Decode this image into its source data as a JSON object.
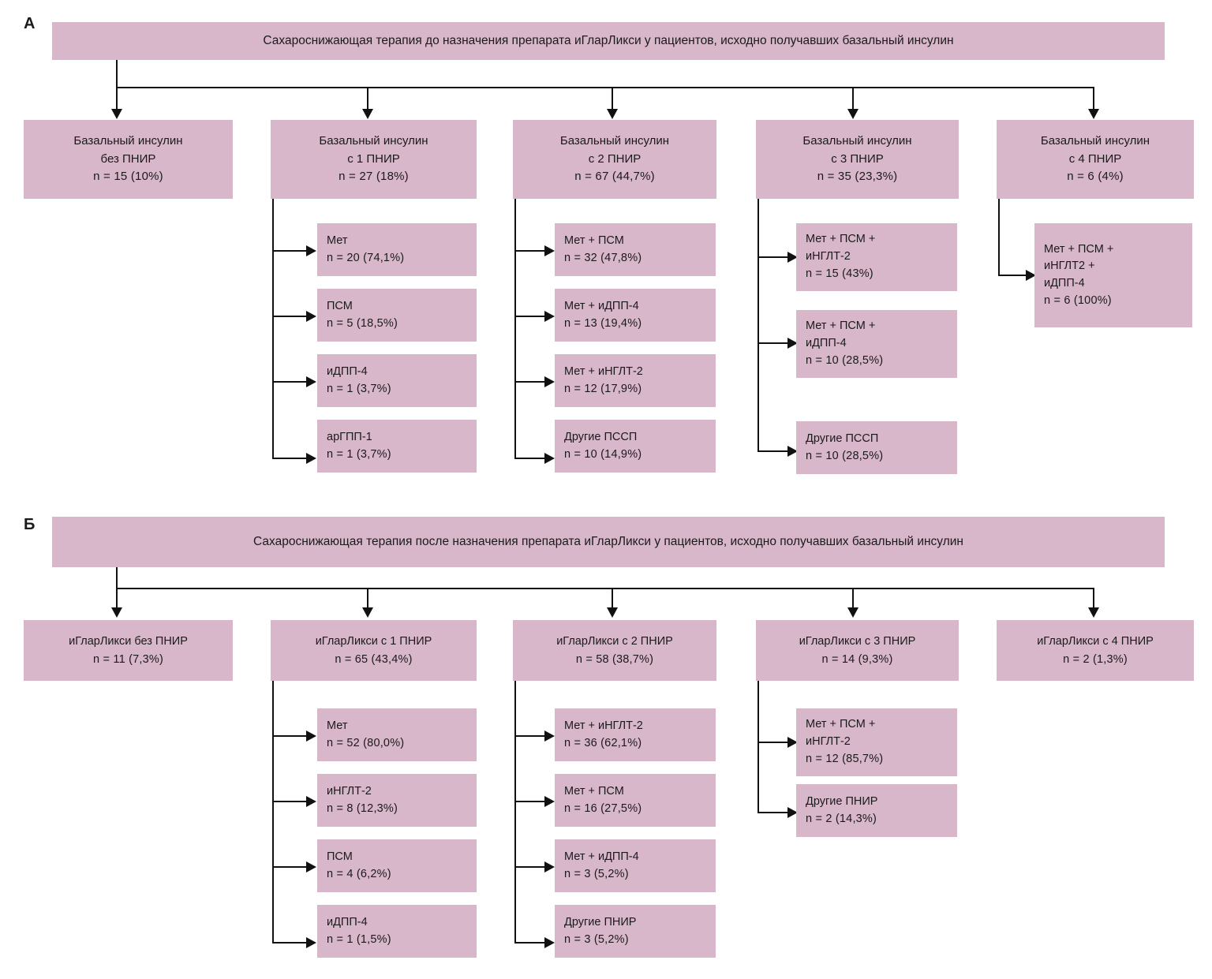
{
  "theme": {
    "box_fill": "#d9b7cb",
    "connector_color": "#111111",
    "page_background": "#ffffff",
    "text_color": "#1a1a1a"
  },
  "panels": [
    {
      "label": "А",
      "title": "Сахароснижающая терапия до назначения препарата иГларЛикси у пациентов, исходно получавших базальный инсулин",
      "groups": [
        {
          "name": "Базальный инсулин",
          "line1": "Базальный инсулин",
          "line2": "без ПНИР",
          "line3": "n = 15 (10%)",
          "children": []
        },
        {
          "name": "Базальный инсулин",
          "line1": "Базальный инсулин",
          "line2": "с 1 ПНИР",
          "line3": "n = 27 (18%)",
          "children": [
            {
              "line1": "Мет",
              "line2": "n = 20 (74,1%)"
            },
            {
              "line1": "ПСМ",
              "line2": "n = 5 (18,5%)"
            },
            {
              "line1": "иДПП-4",
              "line2": "n = 1 (3,7%)"
            },
            {
              "line1": "арГПП-1",
              "line2": "n = 1 (3,7%)"
            }
          ]
        },
        {
          "name": "Базальный инсулин",
          "line1": "Базальный инсулин",
          "line2": "с 2 ПНИР",
          "line3": "n = 67 (44,7%)",
          "children": [
            {
              "line1": "Мет + ПСМ",
              "line2": "n = 32 (47,8%)"
            },
            {
              "line1": "Мет + иДПП-4",
              "line2": "n = 13 (19,4%)"
            },
            {
              "line1": "Мет + иНГЛТ-2",
              "line2": "n = 12 (17,9%)"
            },
            {
              "line1": "Другие ПССП",
              "line2": "n = 10 (14,9%)"
            }
          ]
        },
        {
          "name": "Базальный инсулин",
          "line1": "Базальный инсулин",
          "line2": "с 3 ПНИР",
          "line3": "n = 35 (23,3%)",
          "children": [
            {
              "line1": "Мет + ПСМ +",
              "line2": "иНГЛТ-2",
              "line3": "n = 15 (43%)"
            },
            {
              "line1": "Мет + ПСМ +",
              "line2": "иДПП-4",
              "line3": "n = 10 (28,5%)"
            },
            {
              "line1": "Другие ПССП",
              "line2": "n = 10 (28,5%)"
            }
          ]
        },
        {
          "name": "Базальный инсулин",
          "line1": "Базальный инсулин",
          "line2": "с 4 ПНИР",
          "line3": "n = 6 (4%)",
          "children": [
            {
              "line1": "Мет + ПСМ +",
              "line2": "иНГЛТ2 +",
              "line3": "иДПП-4",
              "line4": "n = 6 (100%)"
            }
          ]
        }
      ]
    },
    {
      "label": "Б",
      "title": "Сахароснижающая терапия после назначения препарата иГларЛикси у пациентов, исходно получавших базальный инсулин",
      "groups": [
        {
          "name": "иГларЛикси без ПНИР",
          "line1": "иГларЛикси без ПНИР",
          "line2": "n = 11 (7,3%)",
          "children": []
        },
        {
          "name": "иГларЛикси с 1 ПНИР",
          "line1": "иГларЛикси с 1 ПНИР",
          "line2": "n = 65 (43,4%)",
          "children": [
            {
              "line1": "Мет",
              "line2": "n = 52 (80,0%)"
            },
            {
              "line1": "иНГЛТ-2",
              "line2": "n = 8 (12,3%)"
            },
            {
              "line1": "ПСМ",
              "line2": "n = 4 (6,2%)"
            },
            {
              "line1": "иДПП-4",
              "line2": "n = 1 (1,5%)"
            }
          ]
        },
        {
          "name": "иГларЛикси с 2 ПНИР",
          "line1": "иГларЛикси с 2 ПНИР",
          "line2": "n = 58 (38,7%)",
          "children": [
            {
              "line1": "Мет + иНГЛТ-2",
              "line2": "n = 36 (62,1%)"
            },
            {
              "line1": "Мет + ПСМ",
              "line2": "n = 16 (27,5%)"
            },
            {
              "line1": "Мет + иДПП-4",
              "line2": "n = 3 (5,2%)"
            },
            {
              "line1": "Другие ПНИР",
              "line2": "n = 3 (5,2%)"
            }
          ]
        },
        {
          "name": "иГларЛикси с 3 ПНИР",
          "line1": "иГларЛикси с 3 ПНИР",
          "line2": "n = 14 (9,3%)",
          "children": [
            {
              "line1": "Мет + ПСМ +",
              "line2": "иНГЛТ-2",
              "line3": "n = 12 (85,7%)"
            },
            {
              "line1": "Другие ПНИР",
              "line2": "n = 2 (14,3%)"
            }
          ]
        },
        {
          "name": "иГларЛикси с 4 ПНИР",
          "line1": "иГларЛикси с 4 ПНИР",
          "line2": "n = 2 (1,3%)",
          "children": []
        }
      ]
    }
  ]
}
